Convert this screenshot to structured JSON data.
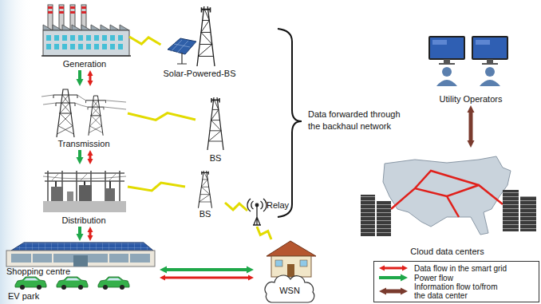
{
  "diagram": {
    "nodes": [
      {
        "text": [
          "Generation"
        ]
      },
      {
        "text": [
          "Transmission"
        ]
      },
      {
        "text": [
          "Distribution"
        ]
      },
      {
        "text": [
          "Shopping centre",
          "EV park"
        ]
      },
      {
        "text": [
          "Solar-Powered-BS"
        ]
      },
      {
        "text": [
          "BS"
        ]
      },
      {
        "text": [
          "BS"
        ]
      },
      {
        "text": [
          "Relay"
        ]
      },
      {
        "text": [
          "WSN"
        ]
      },
      {
        "text": [
          "Utility Operators"
        ]
      },
      {
        "text": [
          "Cloud data centers"
        ]
      }
    ],
    "edges": [
      {
        "from": 0,
        "to": 1,
        "arrow": "to"
      },
      {
        "from": 0,
        "to": 1,
        "arrow": "both"
      },
      {
        "from": 1,
        "to": 2,
        "arrow": "to"
      },
      {
        "from": 1,
        "to": 2,
        "arrow": "both"
      },
      {
        "from": 2,
        "to": 3,
        "arrow": "to"
      },
      {
        "from": 2,
        "to": 3,
        "arrow": "both"
      },
      {
        "from": 3,
        "to": 8,
        "arrow": "both"
      },
      {
        "from": 3,
        "to": 8,
        "arrow": "both"
      },
      {
        "from": 9,
        "to": 10,
        "arrow": "both"
      },
      {
        "from": 0,
        "to": 4,
        "arrow": "none"
      },
      {
        "from": 1,
        "to": 5,
        "arrow": "none"
      },
      {
        "from": 2,
        "to": 6,
        "arrow": "none"
      },
      {
        "from": 6,
        "to": 7,
        "arrow": "none"
      },
      {
        "from": 7,
        "to": 8,
        "arrow": "none"
      }
    ],
    "labels": [
      "Data forwarded through the backhaul network"
    ],
    "legend": [
      {
        "text": "Data flow in the smart grid"
      },
      {
        "text": "Power flow"
      },
      {
        "text": "Information flow to/from the data center"
      }
    ]
  }
}
